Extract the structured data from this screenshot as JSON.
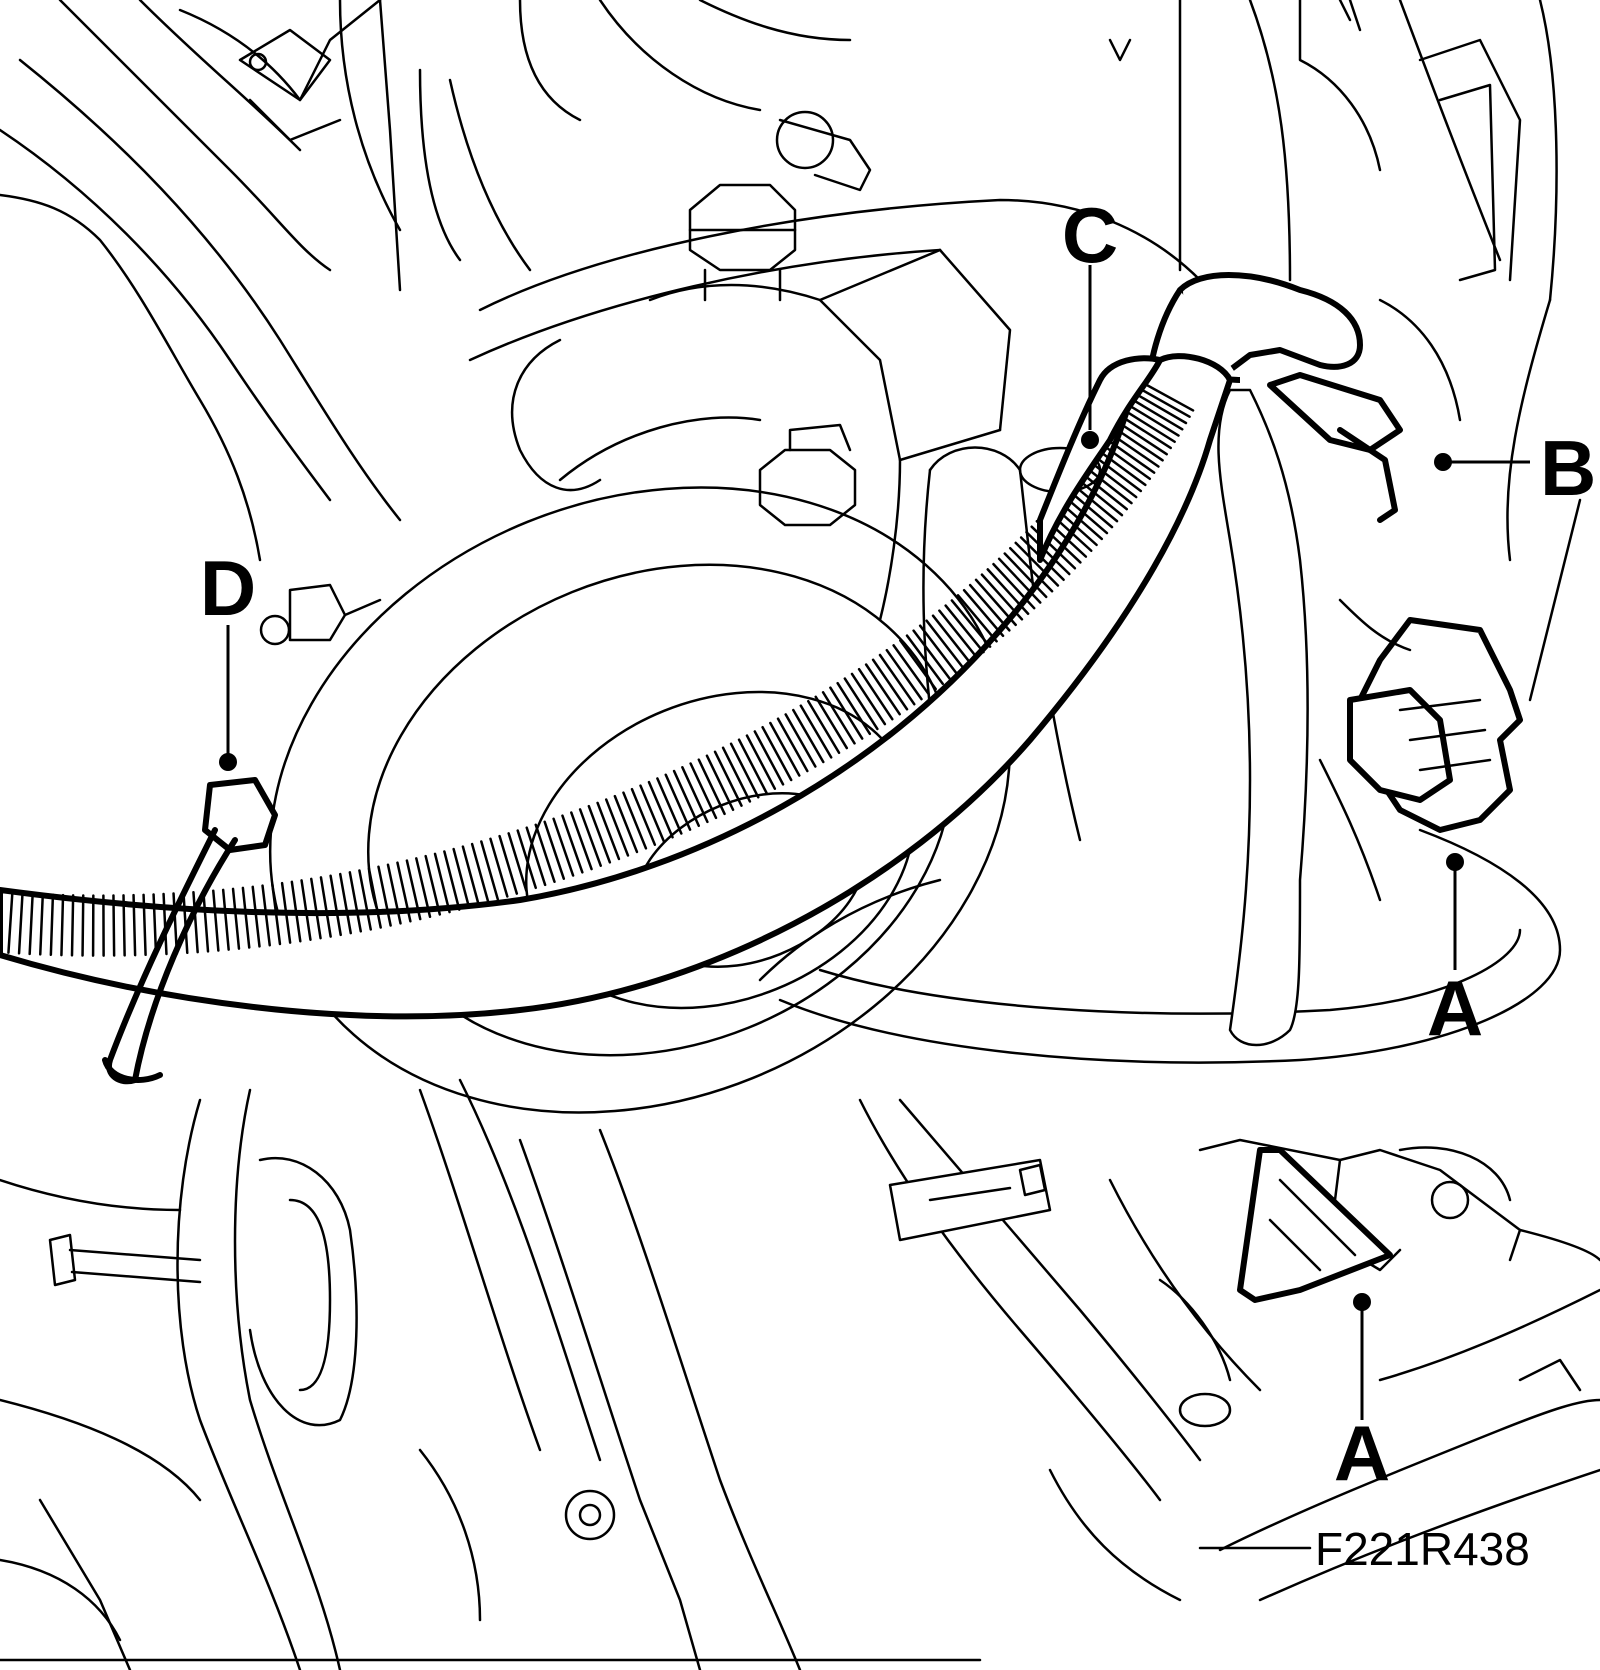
{
  "figure": {
    "reference_code": "F221R438"
  },
  "callouts": {
    "a_upper": "A",
    "a_lower": "A",
    "b": "B",
    "c": "C",
    "d": "D"
  }
}
